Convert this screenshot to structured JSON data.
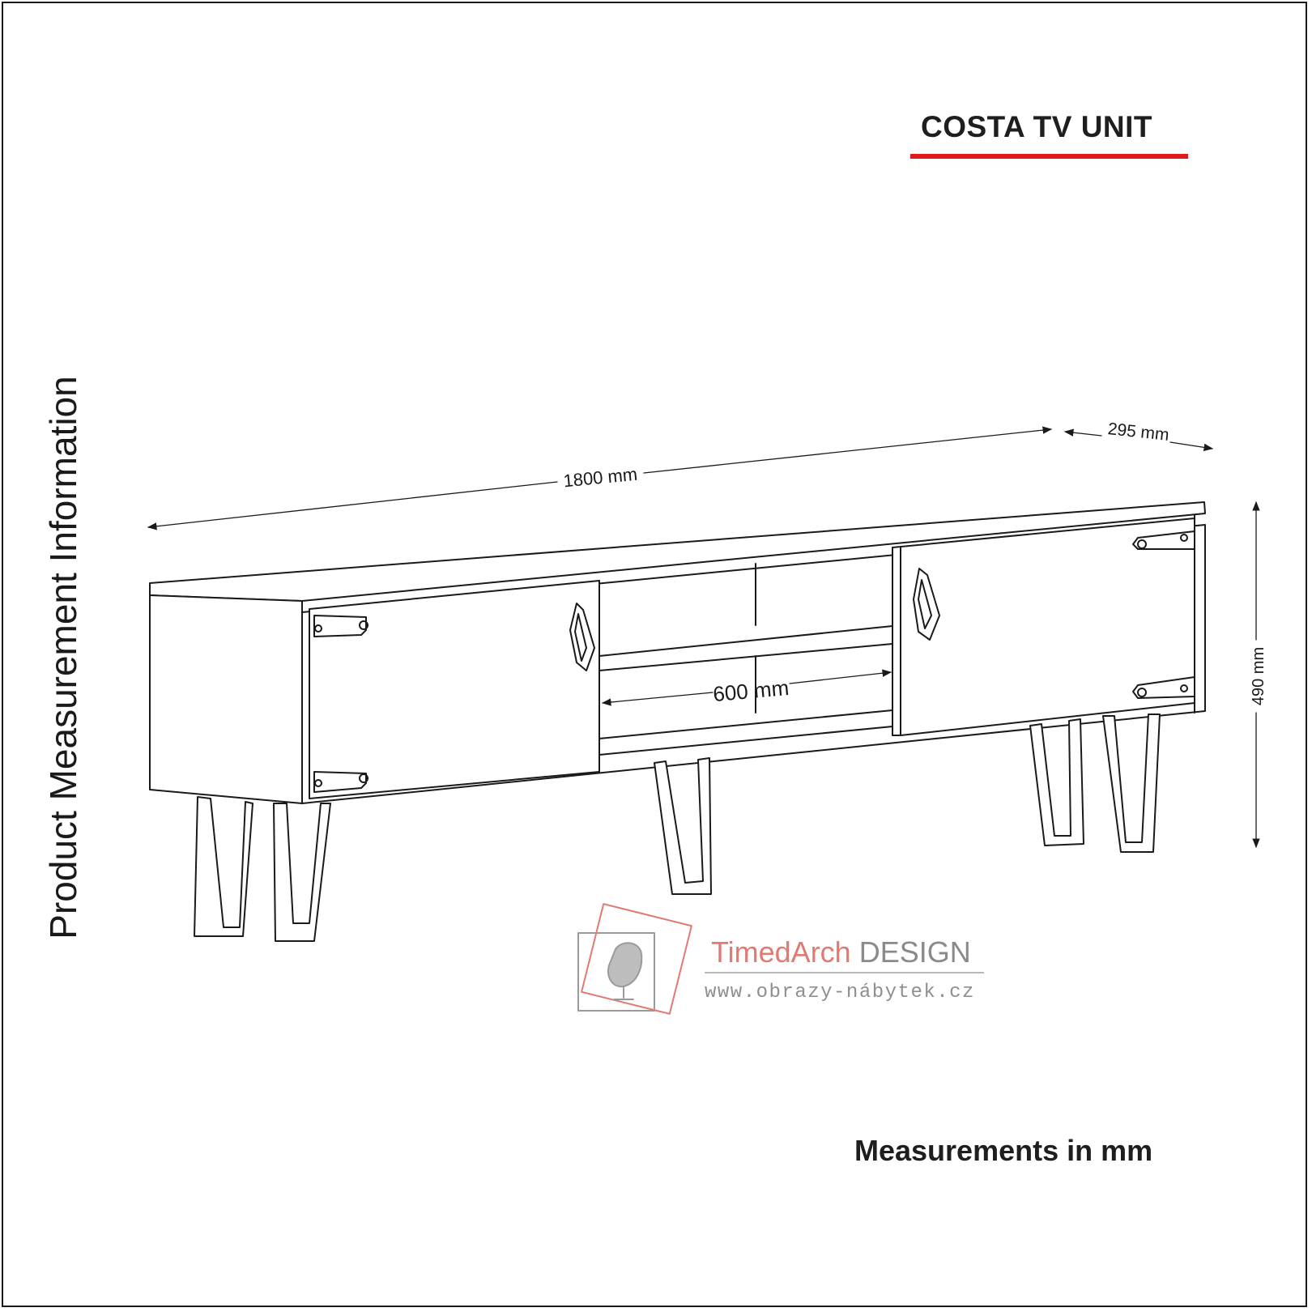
{
  "header": {
    "title": "COSTA TV UNIT",
    "accent_color": "#e0191b"
  },
  "side_label": "Product Measurement Information",
  "footer_note": "Measurements in mm",
  "dimensions": {
    "width": "1800 mm",
    "depth": "295 mm",
    "height": "490 mm",
    "shelf_width": "600 mm"
  },
  "watermark": {
    "brand_part1": "TimedArch",
    "brand_part2": " DESIGN",
    "url": "www.obrazy-nábytek.cz",
    "icon": "egg-chair-icon",
    "colors": {
      "red": "#e07a72",
      "gray": "#8a8a8a"
    }
  }
}
